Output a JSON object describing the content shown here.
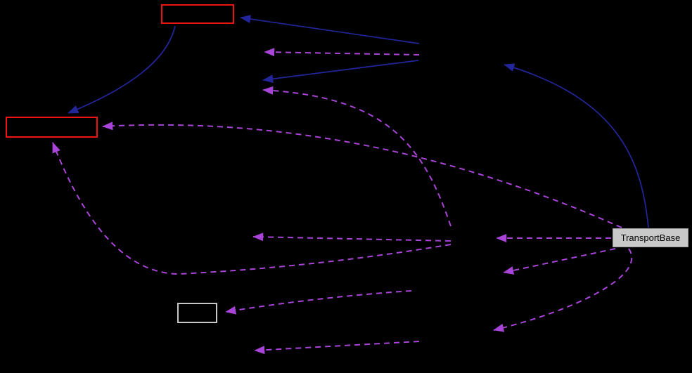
{
  "diagram": {
    "kind": "collaboration-graph",
    "background": "#000000",
    "colors": {
      "solid_edge": "#23269b",
      "dashed_edge": "#a944d9",
      "red_node_border": "#ee1414",
      "gray_node_border": "#c8c8c8",
      "filled_node_fill": "#c9c9c9",
      "filled_node_text": "#000000"
    },
    "nodes": [
      {
        "id": "top-red-box",
        "label": "",
        "border_color": "#ee1414",
        "fill": "none"
      },
      {
        "id": "left-red-box",
        "label": "",
        "border_color": "#ee1414",
        "fill": "none"
      },
      {
        "id": "transport-base",
        "label": "TransportBase",
        "border_color": "#9f9f9f",
        "fill": "#c9c9c9",
        "text_color": "#000000"
      },
      {
        "id": "small-gray-box",
        "label": "",
        "border_color": "#c8c8c8",
        "fill": "none"
      }
    ],
    "edges": [
      {
        "id": "e1",
        "from": "hidden-node-a",
        "to": "top-red-box",
        "style": "solid",
        "color": "#23269b"
      },
      {
        "id": "e2",
        "from": "hidden-node-a",
        "to": "hidden-node-b",
        "style": "solid",
        "color": "#23269b"
      },
      {
        "id": "e3",
        "from": "top-red-box",
        "to": "left-red-box",
        "style": "solid",
        "color": "#23269b"
      },
      {
        "id": "e4",
        "from": "transport-base",
        "to": "hidden-node-a",
        "style": "solid",
        "color": "#23269b"
      },
      {
        "id": "e5",
        "from": "hidden-node-a",
        "to": "hidden-node-b",
        "style": "dashed",
        "color": "#a944d9"
      },
      {
        "id": "e6",
        "from": "transport-base",
        "to": "left-red-box",
        "style": "dashed",
        "color": "#a944d9"
      },
      {
        "id": "e7",
        "from": "hidden-node-c",
        "to": "hidden-node-b",
        "style": "dashed",
        "color": "#a944d9"
      },
      {
        "id": "e8",
        "from": "hidden-node-c",
        "to": "hidden-node-d",
        "style": "dashed",
        "color": "#a944d9"
      },
      {
        "id": "e9",
        "from": "transport-base",
        "to": "hidden-node-c",
        "style": "dashed",
        "color": "#a944d9"
      },
      {
        "id": "e10",
        "from": "hidden-node-c",
        "to": "left-red-box",
        "style": "dashed",
        "color": "#a944d9"
      },
      {
        "id": "e11",
        "from": "transport-base",
        "to": "hidden-node-e",
        "style": "dashed",
        "color": "#a944d9"
      },
      {
        "id": "e12",
        "from": "transport-base",
        "to": "hidden-node-f",
        "style": "dashed",
        "color": "#a944d9"
      },
      {
        "id": "e13",
        "from": "hidden-node-g",
        "to": "small-gray-box",
        "style": "dashed",
        "color": "#a944d9"
      },
      {
        "id": "e14",
        "from": "hidden-node-f",
        "to": "hidden-node-h",
        "style": "dashed",
        "color": "#a944d9"
      }
    ]
  }
}
